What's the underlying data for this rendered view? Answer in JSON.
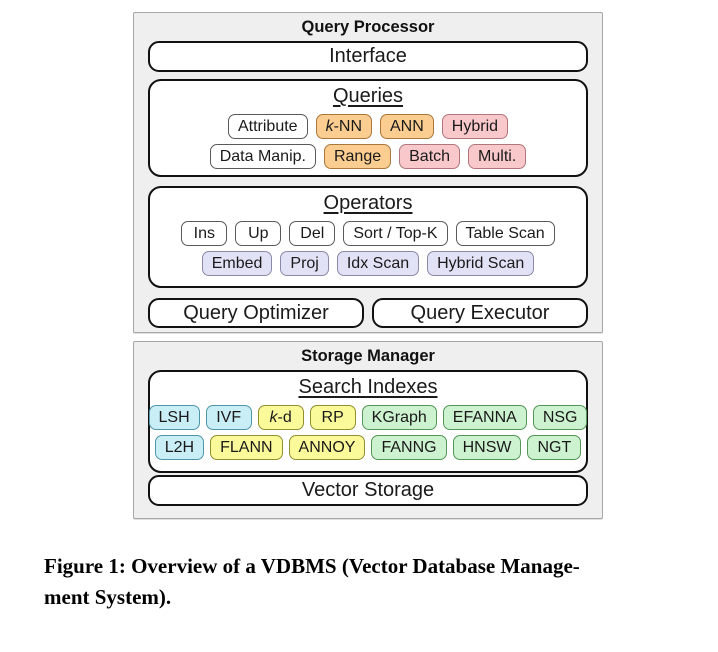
{
  "query_processor": {
    "title": "Query Processor",
    "interface_label": "Interface",
    "queries": {
      "title": "Queries",
      "rows": [
        [
          {
            "label": "Attribute",
            "color": "white"
          },
          {
            "label": "k-NN",
            "color": "orange",
            "italic": "k",
            "rest": "-NN"
          },
          {
            "label": "ANN",
            "color": "orange"
          },
          {
            "label": "Hybrid",
            "color": "pink"
          }
        ],
        [
          {
            "label": "Data Manip.",
            "color": "white"
          },
          {
            "label": "Range",
            "color": "orange"
          },
          {
            "label": "Batch",
            "color": "pink"
          },
          {
            "label": "Multi.",
            "color": "pink"
          }
        ]
      ]
    },
    "operators": {
      "title": "Operators",
      "rows": [
        [
          {
            "label": "Ins",
            "color": "white"
          },
          {
            "label": "Up",
            "color": "white"
          },
          {
            "label": "Del",
            "color": "white"
          },
          {
            "label": "Sort / Top-K",
            "color": "white"
          },
          {
            "label": "Table Scan",
            "color": "white"
          }
        ],
        [
          {
            "label": "Embed",
            "color": "purple"
          },
          {
            "label": "Proj",
            "color": "purple"
          },
          {
            "label": "Idx Scan",
            "color": "purple"
          },
          {
            "label": "Hybrid Scan",
            "color": "purple"
          }
        ]
      ]
    },
    "optimizer_label": "Query Optimizer",
    "executor_label": "Query Executor"
  },
  "storage_manager": {
    "title": "Storage Manager",
    "search_indexes": {
      "title": "Search Indexes",
      "rows": [
        [
          {
            "label": "LSH",
            "color": "cyan"
          },
          {
            "label": "IVF",
            "color": "cyan"
          },
          {
            "label": "k-d",
            "color": "yellow",
            "italic": "k",
            "rest": "-d"
          },
          {
            "label": "RP",
            "color": "yellow"
          },
          {
            "label": "KGraph",
            "color": "green"
          },
          {
            "label": "EFANNA",
            "color": "green"
          },
          {
            "label": "NSG",
            "color": "green"
          }
        ],
        [
          {
            "label": "L2H",
            "color": "cyan"
          },
          {
            "label": "FLANN",
            "color": "yellow"
          },
          {
            "label": "ANNOY",
            "color": "yellow"
          },
          {
            "label": "FANNG",
            "color": "green"
          },
          {
            "label": "HNSW",
            "color": "green"
          },
          {
            "label": "NGT",
            "color": "green"
          }
        ]
      ]
    },
    "vector_storage_label": "Vector Storage"
  },
  "caption": {
    "line1": "Figure 1: Overview of a VDBMS (Vector Database Manage-",
    "line2": "ment System)."
  },
  "colors": {
    "panel_bg": "#efefef",
    "panel_border": "#a6a6a6",
    "box_border": "#111111",
    "badge_white": "#ffffff",
    "badge_orange": "#fbcd90",
    "badge_pink": "#f9c8cb",
    "badge_purple": "#e2e2f7",
    "badge_cyan": "#c9eef6",
    "badge_yellow": "#fafa9b",
    "badge_green": "#cdf2cf"
  }
}
